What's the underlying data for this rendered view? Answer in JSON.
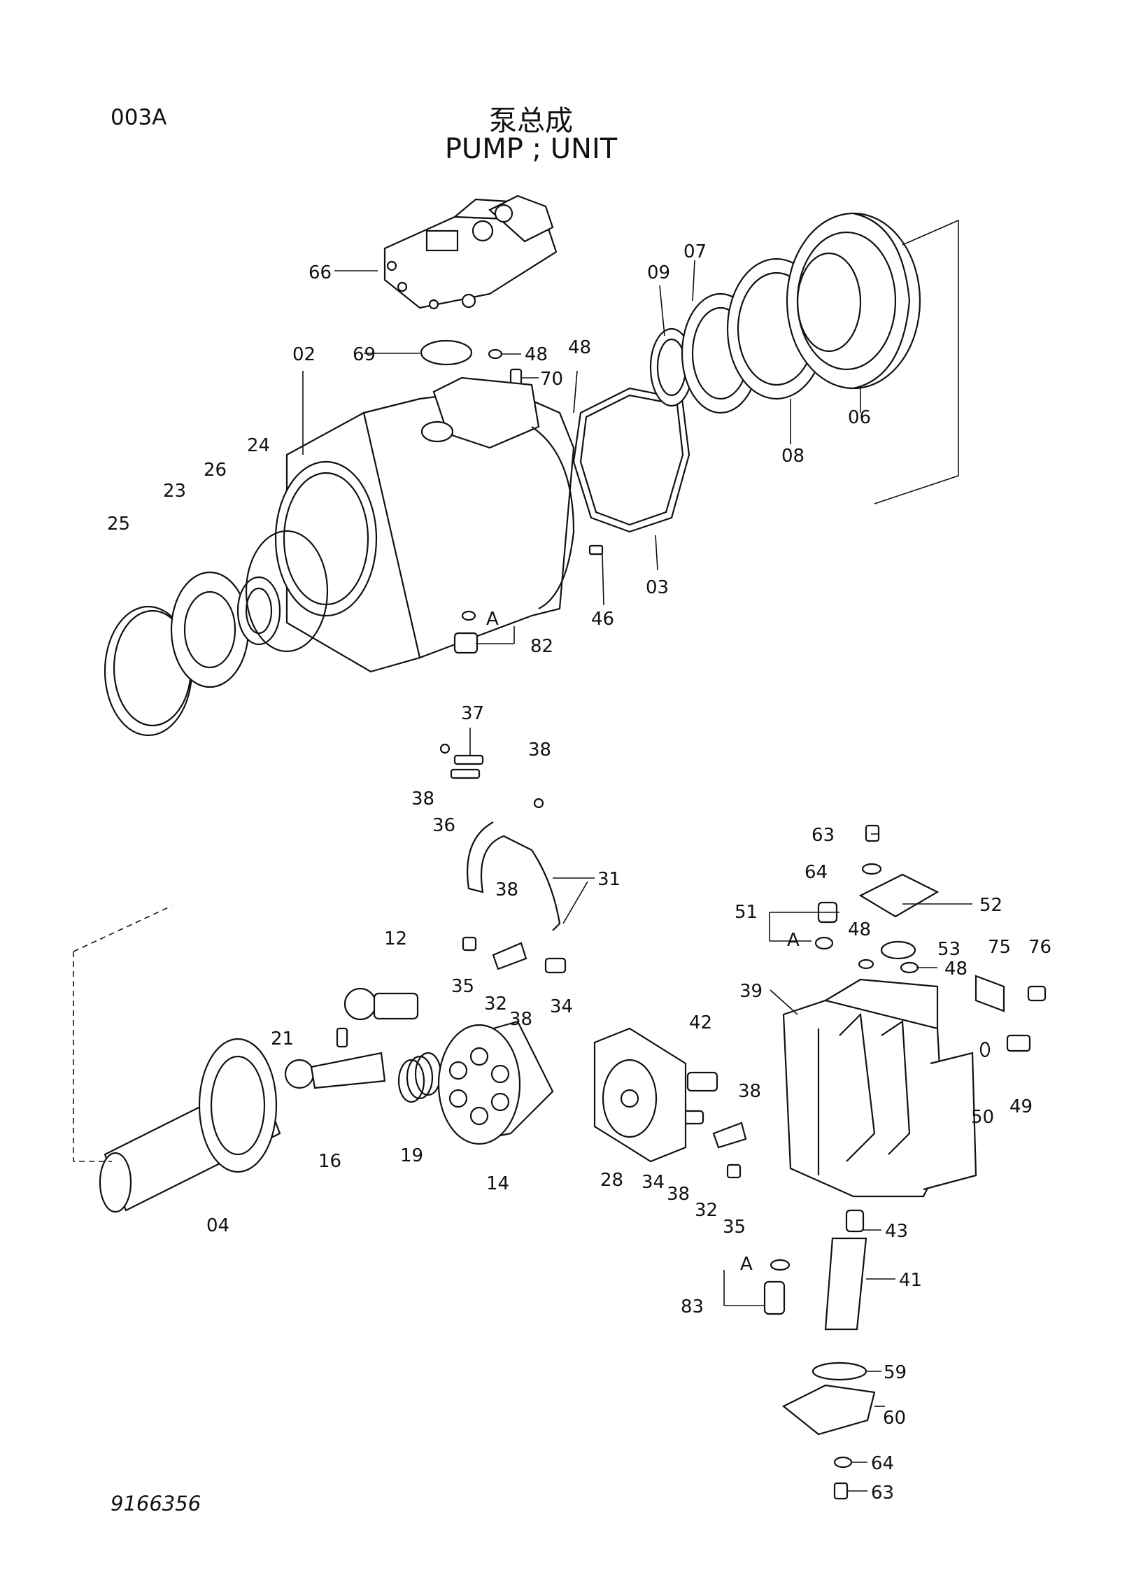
{
  "sheet_code": "003A",
  "title_cn": "泵总成",
  "title_en": "PUMP ; UNIT",
  "drawing_number": "9166356",
  "section_marker": "A",
  "callouts": [
    {
      "key": "c66",
      "text": "66"
    },
    {
      "key": "c02",
      "text": "02"
    },
    {
      "key": "c69",
      "text": "69"
    },
    {
      "key": "c48a",
      "text": "48"
    },
    {
      "key": "c70",
      "text": "70"
    },
    {
      "key": "c48b",
      "text": "48"
    },
    {
      "key": "c09",
      "text": "09"
    },
    {
      "key": "c07",
      "text": "07"
    },
    {
      "key": "c06",
      "text": "06"
    },
    {
      "key": "c08",
      "text": "08"
    },
    {
      "key": "c24",
      "text": "24"
    },
    {
      "key": "c26",
      "text": "26"
    },
    {
      "key": "c23",
      "text": "23"
    },
    {
      "key": "c25",
      "text": "25"
    },
    {
      "key": "c03",
      "text": "03"
    },
    {
      "key": "c46",
      "text": "46"
    },
    {
      "key": "c82",
      "text": "82"
    },
    {
      "key": "c37",
      "text": "37"
    },
    {
      "key": "c38a",
      "text": "38"
    },
    {
      "key": "c38b",
      "text": "38"
    },
    {
      "key": "c36",
      "text": "36"
    },
    {
      "key": "c31",
      "text": "31"
    },
    {
      "key": "c38c",
      "text": "38"
    },
    {
      "key": "c12",
      "text": "12"
    },
    {
      "key": "c35a",
      "text": "35"
    },
    {
      "key": "c32a",
      "text": "32"
    },
    {
      "key": "c38d",
      "text": "38"
    },
    {
      "key": "c34a",
      "text": "34"
    },
    {
      "key": "c21",
      "text": "21"
    },
    {
      "key": "c16",
      "text": "16"
    },
    {
      "key": "c19",
      "text": "19"
    },
    {
      "key": "c14",
      "text": "14"
    },
    {
      "key": "c04",
      "text": "04"
    },
    {
      "key": "c28",
      "text": "28"
    },
    {
      "key": "c42",
      "text": "42"
    },
    {
      "key": "c38e",
      "text": "38"
    },
    {
      "key": "c34b",
      "text": "34"
    },
    {
      "key": "c38f",
      "text": "38"
    },
    {
      "key": "c32b",
      "text": "32"
    },
    {
      "key": "c35b",
      "text": "35"
    },
    {
      "key": "c63a",
      "text": "63"
    },
    {
      "key": "c64a",
      "text": "64"
    },
    {
      "key": "c52",
      "text": "52"
    },
    {
      "key": "c51",
      "text": "51"
    },
    {
      "key": "c48c",
      "text": "48"
    },
    {
      "key": "c53",
      "text": "53"
    },
    {
      "key": "c75",
      "text": "75"
    },
    {
      "key": "c76",
      "text": "76"
    },
    {
      "key": "c39",
      "text": "39"
    },
    {
      "key": "c48d",
      "text": "48"
    },
    {
      "key": "c50",
      "text": "50"
    },
    {
      "key": "c49",
      "text": "49"
    },
    {
      "key": "c43",
      "text": "43"
    },
    {
      "key": "c41",
      "text": "41"
    },
    {
      "key": "c83",
      "text": "83"
    },
    {
      "key": "c59",
      "text": "59"
    },
    {
      "key": "c60",
      "text": "60"
    },
    {
      "key": "c64b",
      "text": "64"
    },
    {
      "key": "c63b",
      "text": "63"
    }
  ]
}
